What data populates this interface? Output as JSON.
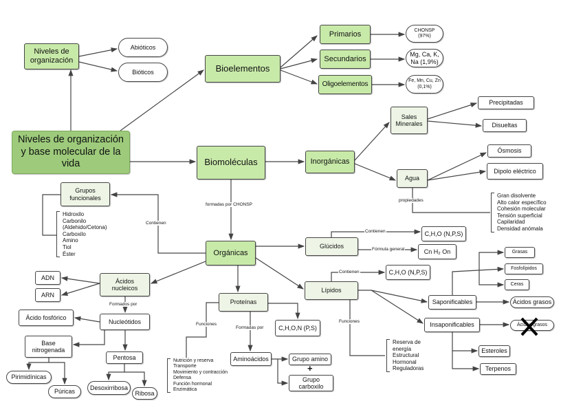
{
  "nodes": {
    "main": {
      "text": "Niveles de organización\ny base molecular de la\nvida",
      "kind": "main"
    },
    "niveles": {
      "text": "Niveles de\norganización",
      "kind": "green"
    },
    "abioticos": {
      "text": "Abióticos",
      "kind": "pill"
    },
    "bioticos": {
      "text": "Bióticos",
      "kind": "pill"
    },
    "bioelementos": {
      "text": "Bioelementos",
      "kind": "green big"
    },
    "primarios": {
      "text": "Primarios",
      "kind": "green"
    },
    "secundarios": {
      "text": "Secundarios",
      "kind": "green"
    },
    "oligo": {
      "text": "Oligoelementos",
      "kind": "green"
    },
    "chonsp": {
      "text": "CHONSP\n(97%)",
      "kind": "pill tiny"
    },
    "mg": {
      "text": "Mg, Ca, K,\nNa (1,9%)",
      "kind": "pill"
    },
    "fe": {
      "text": "Fe, Mn, Cu, Zn\n(0,1%)",
      "kind": "pill tiny"
    },
    "biomoleculas": {
      "text": "Biomoléculas",
      "kind": "green big"
    },
    "inorganicas": {
      "text": "Inorgánicas",
      "kind": "green"
    },
    "sales": {
      "text": "Sales\nMinerales",
      "kind": "light"
    },
    "agua": {
      "text": "Agua",
      "kind": "light"
    },
    "precipitadas": {
      "text": "Precipitadas",
      "kind": ""
    },
    "disueltas": {
      "text": "Disueltas",
      "kind": ""
    },
    "osmosis": {
      "text": "Ósmosis",
      "kind": ""
    },
    "dipolo": {
      "text": "Dipolo eléctrico",
      "kind": ""
    },
    "grupos": {
      "text": "Grupos\nfuncionales",
      "kind": "light"
    },
    "organicas": {
      "text": "Orgánicas",
      "kind": "green"
    },
    "glucidos": {
      "text": "Glúcidos",
      "kind": "light"
    },
    "chon1": {
      "text": "C,H,O (N,P,S)",
      "kind": ""
    },
    "cnhon": {
      "text": "Cn H₂ On",
      "kind": ""
    },
    "lipidos": {
      "text": "Lípidos",
      "kind": "light"
    },
    "chon2": {
      "text": "C,H,O (N,P,S)",
      "kind": ""
    },
    "acidosn": {
      "text": "Ácidos\nnucleicos",
      "kind": "light"
    },
    "adn": {
      "text": "ADN",
      "kind": ""
    },
    "arn": {
      "text": "ARN",
      "kind": ""
    },
    "fosforico": {
      "text": "Ácido fosfórico",
      "kind": ""
    },
    "nucleotidos": {
      "text": "Nucleótidos",
      "kind": ""
    },
    "base": {
      "text": "Base\nnitrogenada",
      "kind": ""
    },
    "pentosa": {
      "text": "Pentosa",
      "kind": ""
    },
    "pirimidinicas": {
      "text": "Pirimidínicas",
      "kind": "pill"
    },
    "puricas": {
      "text": "Púricas",
      "kind": "pill"
    },
    "desoxirribosa": {
      "text": "Desoxirribosa",
      "kind": "pill"
    },
    "ribosa": {
      "text": "Ribosa",
      "kind": "pill"
    },
    "proteinas": {
      "text": "Proteínas",
      "kind": "light"
    },
    "chonps": {
      "text": "C,H,O,N (P,S)",
      "kind": ""
    },
    "aminoacidos": {
      "text": "Aminoácidos",
      "kind": ""
    },
    "amino": {
      "text": "Grupo amino",
      "kind": ""
    },
    "carboxilo": {
      "text": "Grupo\ncarboxilo",
      "kind": ""
    },
    "saponificables": {
      "text": "Saponificables",
      "kind": ""
    },
    "insaponificables": {
      "text": "Insaponificables",
      "kind": ""
    },
    "grasas": {
      "text": "Grasas",
      "kind": "tiny"
    },
    "fosfolipidos": {
      "text": "Fosfolípidos",
      "kind": "tiny"
    },
    "ceras": {
      "text": "Ceras",
      "kind": "tiny"
    },
    "grasos1": {
      "text": "Ácidos grasos",
      "kind": "pill"
    },
    "grasos2": {
      "text": "Ácidos grasos",
      "kind": "pill tiny"
    },
    "esteroles": {
      "text": "Esteroles",
      "kind": ""
    },
    "terpenos": {
      "text": "Terpenos",
      "kind": ""
    }
  },
  "lists": {
    "propiedades": "Gran disolvente\nAlto calor específico\nCohesión molecular\nTensión superficial\nCapilaridad\nDensidad anómala",
    "grupos_items": "Hidroxilo\nCarbonilo\n(Aldehido/Cetona)\nCarboxilo\nAmino\nTiol\nÉster",
    "proteinas_funciones": "Nutrición y reserva\nTransporte\nMovimiento y contracción\nDefensa\nFunción hormonal\nEnzimática",
    "lipidos_funciones": "Reserva de\nenergía\nEstructural\nHormonal\nReguladoras"
  },
  "edge_labels": {
    "formadas_chonsp": "formadas por CHONSP",
    "contienen_grupos": "Contienen",
    "contienen_glucidos": "Contienen",
    "formula_general": "Fórmula general",
    "contienen_lipidos": "Contienen",
    "funciones_lipidos": "Funciones",
    "formados_por": "Formados por",
    "funciones_proteinas": "Funciones",
    "formadas_por": "Formadas por",
    "propiedades": "propiedades"
  },
  "plus": "+",
  "colors": {
    "main": "#9dcb7b",
    "green": "#c8eaa9",
    "light": "#eef5e6",
    "line": "#444444"
  }
}
